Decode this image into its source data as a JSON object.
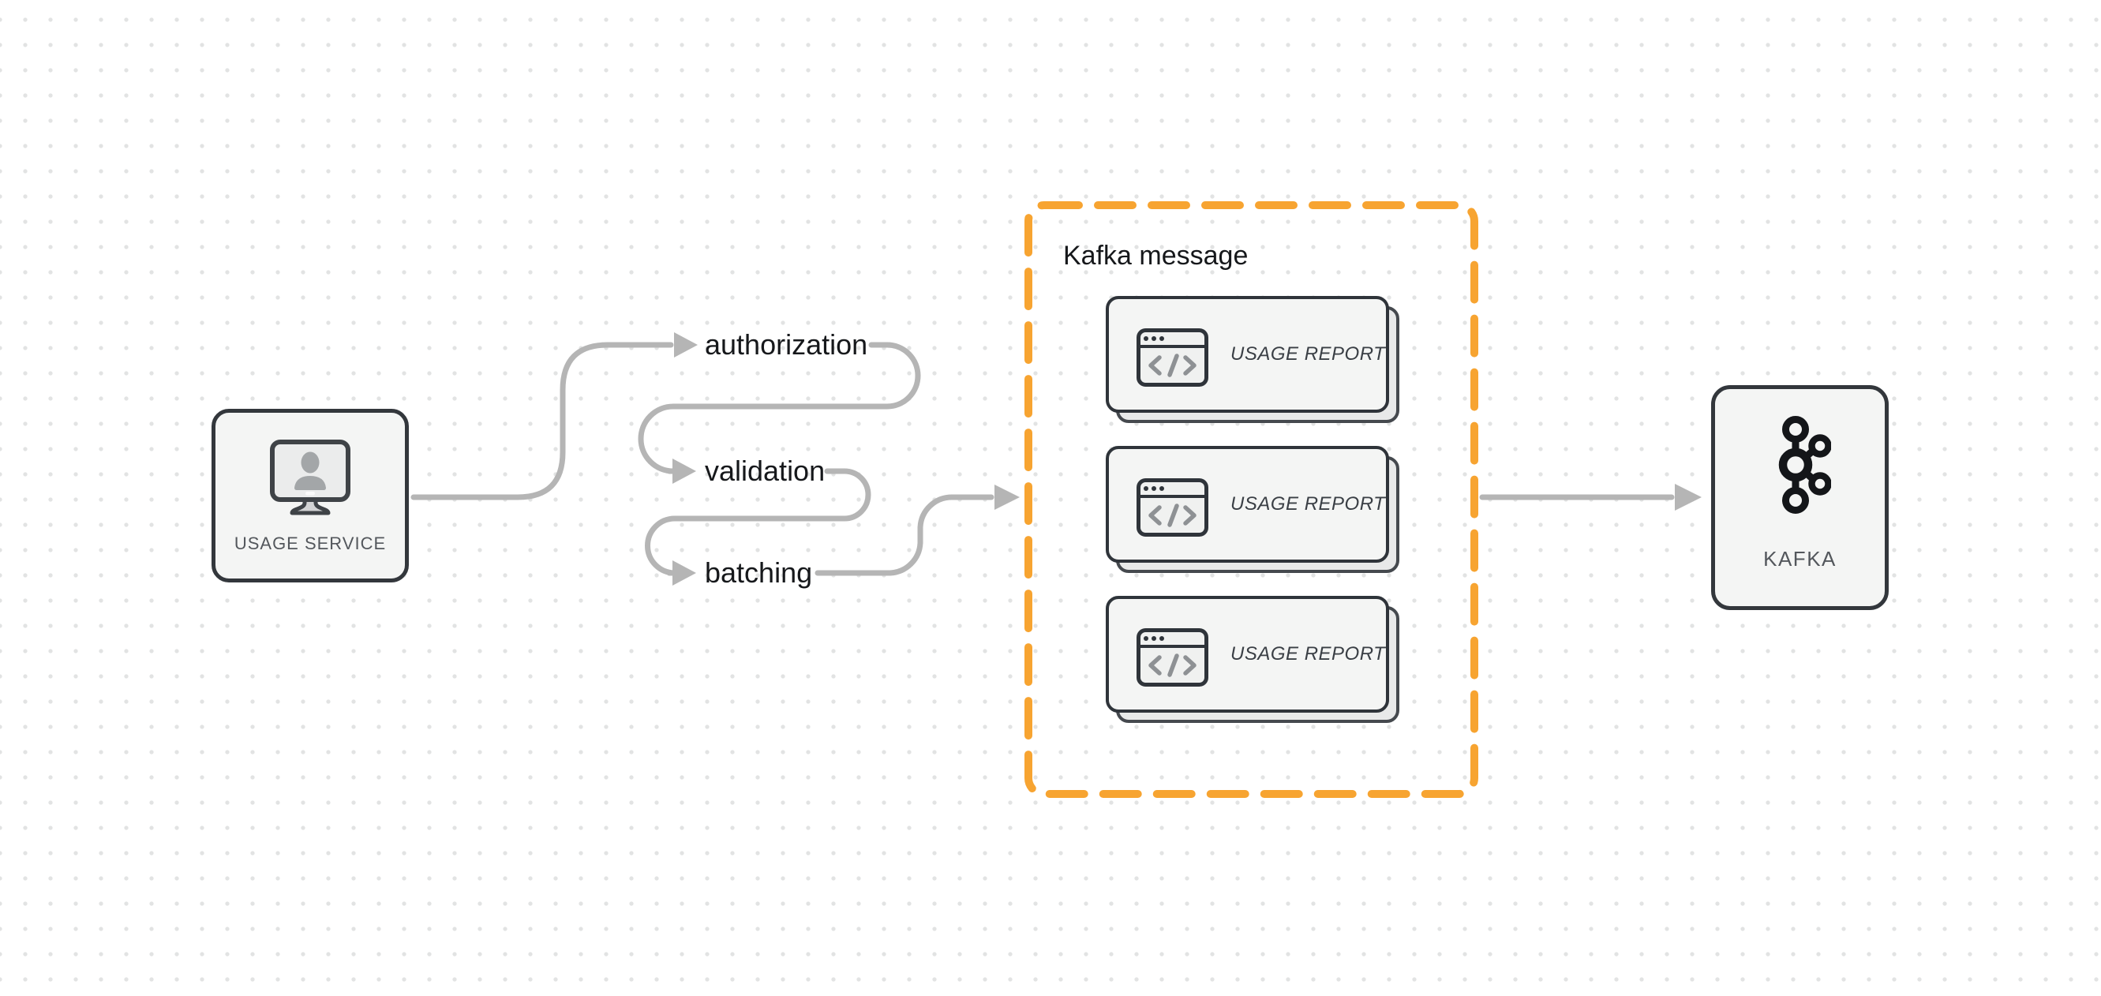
{
  "diagram": {
    "source_node": {
      "label": "USAGE SERVICE",
      "icon": "user-monitor-icon"
    },
    "pipeline_steps": [
      {
        "label": "authorization"
      },
      {
        "label": "validation"
      },
      {
        "label": "batching"
      }
    ],
    "message_group": {
      "title": "Kafka message",
      "cards": [
        {
          "label": "USAGE REPORT",
          "icon": "code-window-icon"
        },
        {
          "label": "USAGE REPORT",
          "icon": "code-window-icon"
        },
        {
          "label": "USAGE REPORT",
          "icon": "code-window-icon"
        }
      ]
    },
    "target_node": {
      "label": "KAFKA",
      "icon": "kafka-logo-icon"
    },
    "colors": {
      "accent_orange": "#F7A431",
      "connector_gray": "#B5B5B5",
      "node_border": "#33373C",
      "text_dark": "#16181B",
      "text_muted": "#53575C"
    }
  }
}
